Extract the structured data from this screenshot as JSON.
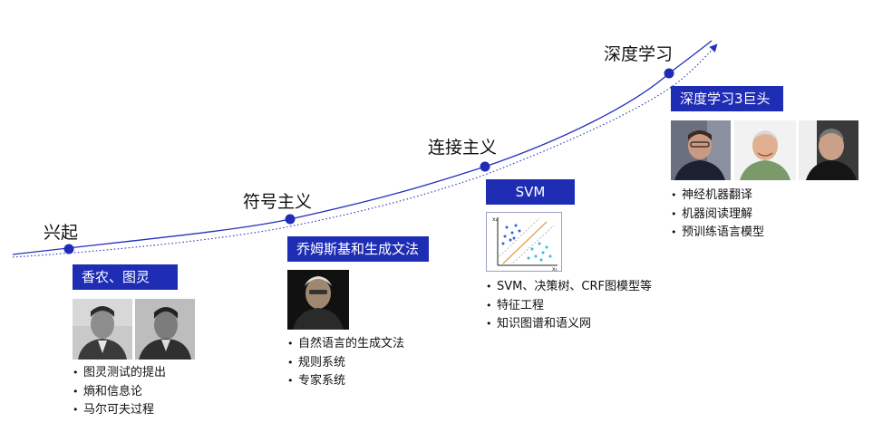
{
  "stages": [
    {
      "label": "兴起"
    },
    {
      "label": "符号主义"
    },
    {
      "label": "连接主义"
    },
    {
      "label": "深度学习"
    }
  ],
  "eras": [
    {
      "tag": "香农、图灵",
      "bullets": [
        "图灵测试的提出",
        "熵和信息论",
        "马尔可夫过程"
      ]
    },
    {
      "tag": "乔姆斯基和生成文法",
      "bullets": [
        "自然语言的生成文法",
        "规则系统",
        "专家系统"
      ]
    },
    {
      "tag": "SVM",
      "bullets": [
        "SVM、决策树、CRF图模型等",
        "特征工程",
        "知识图谱和语义网"
      ]
    },
    {
      "tag": "深度学习3巨头",
      "bullets": [
        "神经机器翻译",
        "机器阅读理解",
        "预训练语言模型"
      ]
    }
  ],
  "svm_figure": {
    "x_label": "x₁",
    "y_label": "x₂"
  },
  "colors": {
    "accent": "#1f2db4",
    "curve": "#2233bb",
    "text": "#111111",
    "svm_point_blue": "#3366cc",
    "svm_point_cyan": "#33bbdd",
    "svm_line": "#e0a050"
  }
}
